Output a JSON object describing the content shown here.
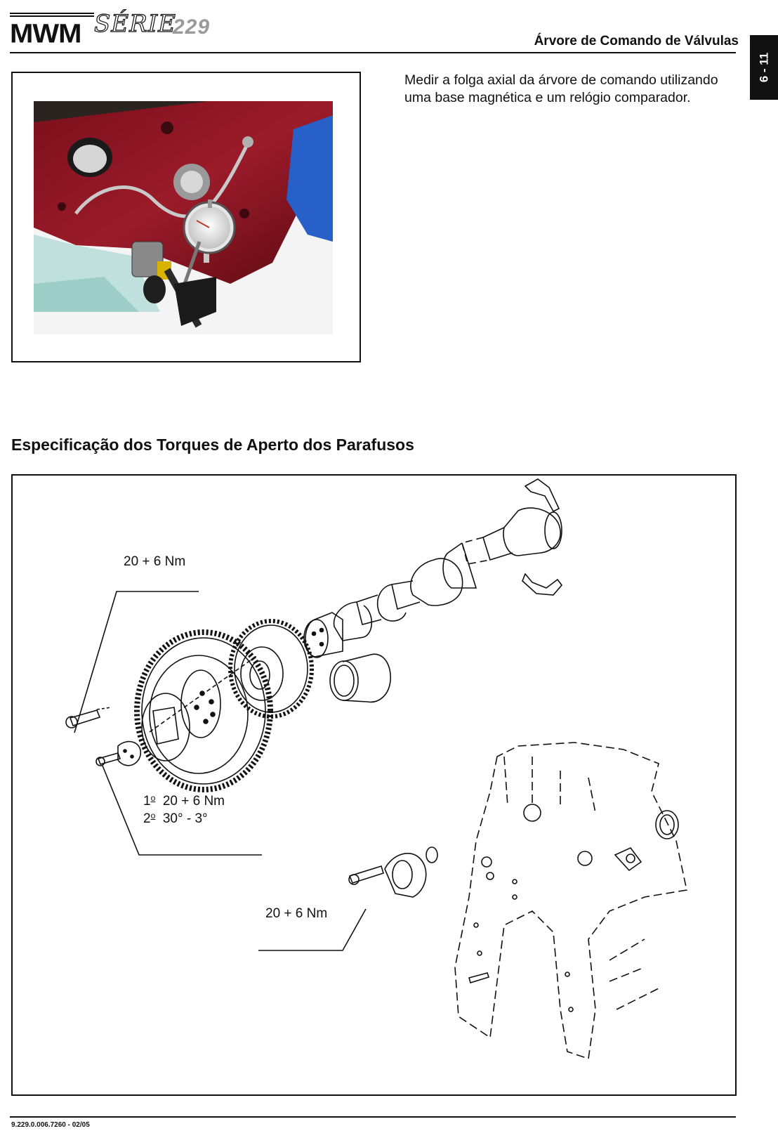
{
  "header": {
    "logo_brand": "MWM",
    "logo_series": "SÉRIE",
    "logo_number": "229",
    "title": "Árvore de Comando de Válvulas",
    "page_tab": "6 - 11"
  },
  "photo": {
    "icon": "dial-indicator-photo"
  },
  "instruction": {
    "text": "Medir a folga axial da árvore de comando utilizando uma base magnética e um relógio comparador."
  },
  "section": {
    "title": "Especificação dos Torques de Aperto dos Parafusos"
  },
  "diagram": {
    "icon": "camshaft-exploded-view",
    "torques": {
      "top_label": "20 + 6 Nm",
      "step1_ordinal": "1",
      "step1_suffix": "o",
      "step1_value": "20 + 6 Nm",
      "step2_ordinal": "2",
      "step2_suffix": "o",
      "step2_value": "30° - 3°",
      "cover_label": "20 + 6 Nm"
    }
  },
  "footer": {
    "code": "9.229.0.006.7260  -  02/05"
  }
}
